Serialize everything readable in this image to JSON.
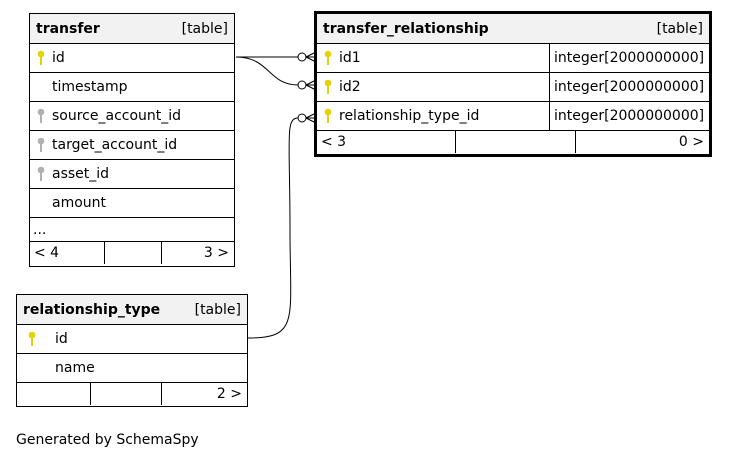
{
  "tables": {
    "transfer": {
      "name": "transfer",
      "kind": "[table]",
      "columns": [
        {
          "name": "id",
          "key": "primary"
        },
        {
          "name": "timestamp",
          "key": "none"
        },
        {
          "name": "source_account_id",
          "key": "foreign"
        },
        {
          "name": "target_account_id",
          "key": "foreign"
        },
        {
          "name": "asset_id",
          "key": "foreign"
        },
        {
          "name": "amount",
          "key": "none"
        }
      ],
      "more": "...",
      "footer": {
        "parents": "< 4",
        "middle": "",
        "children": "3 >"
      }
    },
    "transfer_relationship": {
      "name": "transfer_relationship",
      "kind": "[table]",
      "columns": [
        {
          "name": "id1",
          "type": "integer[2000000000]",
          "key": "primary"
        },
        {
          "name": "id2",
          "type": "integer[2000000000]",
          "key": "primary"
        },
        {
          "name": "relationship_type_id",
          "type": "integer[2000000000]",
          "key": "primary"
        }
      ],
      "footer": {
        "parents": "< 3",
        "middle": "",
        "children": "0 >"
      }
    },
    "relationship_type": {
      "name": "relationship_type",
      "kind": "[table]",
      "columns": [
        {
          "name": "id",
          "key": "primary"
        },
        {
          "name": "name",
          "key": "none"
        }
      ],
      "footer": {
        "parents": "",
        "middle": "",
        "children": "2 >"
      }
    }
  },
  "colors": {
    "primary_key": "#e8d100",
    "foreign_key": "#b0b0b0"
  },
  "credit": "Generated by SchemaSpy"
}
